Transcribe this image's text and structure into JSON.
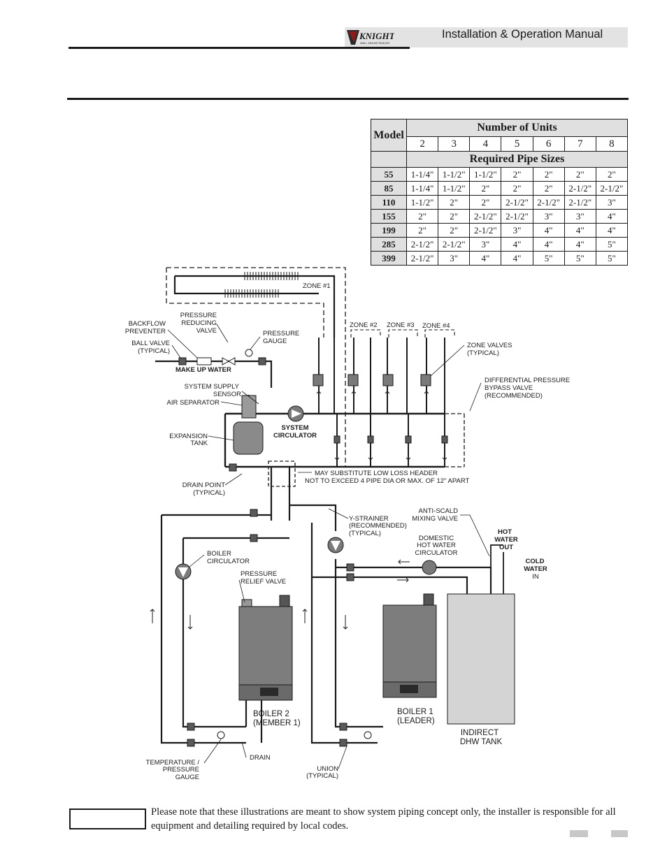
{
  "header": {
    "logo_text": "KNIGHT",
    "logo_subtext": "WALL MOUNT BOILER",
    "manual_title": "Installation & Operation Manual"
  },
  "table": {
    "model_header": "Model",
    "units_header": "Number of Units",
    "units": [
      "2",
      "3",
      "4",
      "5",
      "6",
      "7",
      "8"
    ],
    "sizes_header": "Required Pipe Sizes",
    "rows": [
      {
        "model": "55",
        "sizes": [
          "1-1/4\"",
          "1-1/2\"",
          "1-1/2\"",
          "2\"",
          "2\"",
          "2\"",
          "2\""
        ]
      },
      {
        "model": "85",
        "sizes": [
          "1-1/4\"",
          "1-1/2\"",
          "2\"",
          "2\"",
          "2\"",
          "2-1/2\"",
          "2-1/2\""
        ]
      },
      {
        "model": "110",
        "sizes": [
          "1-1/2\"",
          "2\"",
          "2\"",
          "2-1/2\"",
          "2-1/2\"",
          "2-1/2\"",
          "3\""
        ]
      },
      {
        "model": "155",
        "sizes": [
          "2\"",
          "2\"",
          "2-1/2\"",
          "2-1/2\"",
          "3\"",
          "3\"",
          "4\""
        ]
      },
      {
        "model": "199",
        "sizes": [
          "2\"",
          "2\"",
          "2-1/2\"",
          "3\"",
          "4\"",
          "4\"",
          "4\""
        ]
      },
      {
        "model": "285",
        "sizes": [
          "2-1/2\"",
          "2-1/2\"",
          "3\"",
          "4\"",
          "4\"",
          "4\"",
          "5\""
        ]
      },
      {
        "model": "399",
        "sizes": [
          "2-1/2\"",
          "3\"",
          "4\"",
          "4\"",
          "5\"",
          "5\"",
          "5\""
        ]
      }
    ]
  },
  "diagram": {
    "zone1": "ZONE #1",
    "zone2": "ZONE #2",
    "zone3": "ZONE #3",
    "zone4": "ZONE #4",
    "backflow_1": "BACKFLOW",
    "backflow_2": "PREVENTER",
    "prv_1": "PRESSURE",
    "prv_2": "REDUCING",
    "prv_3": "VALVE",
    "gauge_1": "PRESSURE",
    "gauge_2": "GAUGE",
    "ball_valve_1": "BALL VALVE",
    "ball_valve_2": "(TYPICAL)",
    "make_up_water": "MAKE UP WATER",
    "zone_valves_1": "ZONE VALVES",
    "zone_valves_2": "(TYPICAL)",
    "dpbv_1": "DIFFERENTIAL PRESSURE",
    "dpbv_2": "BYPASS VALVE",
    "dpbv_3": "(RECOMMENDED)",
    "supply_sensor_1": "SYSTEM SUPPLY",
    "supply_sensor_2": "SENSOR",
    "air_separator": "AIR SEPARATOR",
    "expansion_1": "EXPANSION",
    "expansion_2": "TANK",
    "sys_circ_1": "SYSTEM",
    "sys_circ_2": "CIRCULATOR",
    "header_note_1": "MAY SUBSTITUTE LOW LOSS HEADER",
    "header_note_2": "NOT TO EXCEED 4 PIPE DIA OR MAX. OF 12\" APART",
    "drain_point_1": "DRAIN POINT",
    "drain_point_2": "(TYPICAL)",
    "y_strainer_1": "Y-STRAINER",
    "y_strainer_2": "(RECOMMENDED)",
    "y_strainer_3": "(TYPICAL)",
    "anti_scald_1": "ANTI-SCALD",
    "anti_scald_2": "MIXING VALVE",
    "dhw_circ_1": "DOMESTIC",
    "dhw_circ_2": "HOT WATER",
    "dhw_circ_3": "CIRCULATOR",
    "hot_water_1": "HOT",
    "hot_water_2": "WATER",
    "hot_water_3": "OUT",
    "cold_water_1": "COLD",
    "cold_water_2": "WATER",
    "cold_water_3": "IN",
    "boiler_circ_1": "BOILER",
    "boiler_circ_2": "CIRCULATOR",
    "relief_1": "PRESSURE",
    "relief_2": "RELIEF VALVE",
    "boiler2_1": "BOILER 2",
    "boiler2_2": "(MEMBER 1)",
    "boiler1_1": "BOILER 1",
    "boiler1_2": "(LEADER)",
    "tank_1": "INDIRECT",
    "tank_2": "DHW TANK",
    "tp_gauge_1": "TEMPERATURE /",
    "tp_gauge_2": "PRESSURE",
    "tp_gauge_3": "GAUGE",
    "drain": "DRAIN",
    "union_1": "UNION",
    "union_2": "(TYPICAL)"
  },
  "notice": "Please note that these illustrations are meant to show system piping concept only, the installer is responsible for all equipment and detailing required by local codes."
}
